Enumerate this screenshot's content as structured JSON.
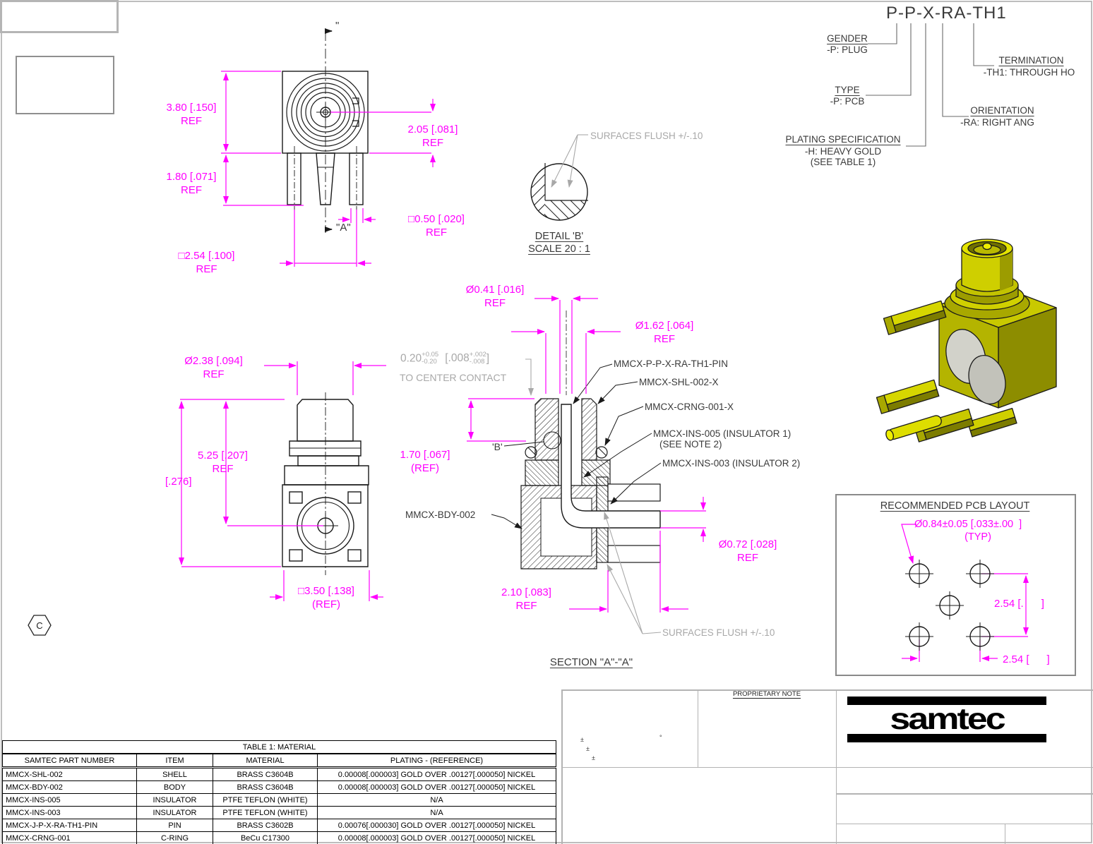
{
  "pn_diagram": {
    "title": "P-P-X-RA-TH1",
    "gender_h": "GENDER",
    "gender_v": "-P: PLUG",
    "type_h": "TYPE",
    "type_v": "-P: PCB",
    "plating_h": "PLATING SPECIFICATION",
    "plating_v": "-H: HEAVY GOLD",
    "plating_v2": "(SEE TABLE 1)",
    "orientation_h": "ORIENTATION",
    "orientation_v": "-RA: RIGHT ANG",
    "termination_h": "TERMINATION",
    "termination_v": "-TH1: THROUGH HO"
  },
  "front_view": {
    "dim_height": "3.80 [.150]",
    "dim_height_ref": "REF",
    "dim_pins": "1.80 [.071]",
    "dim_pins_ref": "REF",
    "dim_pitch": "□2.54 [.100]",
    "dim_pitch_ref": "REF",
    "dim_center": "2.05 [.081]",
    "dim_center_ref": "REF",
    "dim_pin_w": "□0.50 [.020]",
    "dim_pin_w_ref": "REF",
    "arrow_top": "\"",
    "arrow_bottom": "\"A\""
  },
  "side_view": {
    "dim_cap": "Ø2.38 [.094]",
    "dim_cap_ref": "REF",
    "dim_h1": "5.25 [.207]",
    "dim_h1_ref": "REF",
    "dim_h2": "[.276]",
    "dim_w": "□3.50 [.138]",
    "dim_w_ref": "(REF)"
  },
  "detail_b": {
    "title": "DETAIL 'B'",
    "scale": "SCALE 20 : 1",
    "note": "SURFACES FLUSH +/-.10"
  },
  "section": {
    "label": "SECTION \"A\"-\"A\"",
    "b_marker": "'B'",
    "dim_pin_d": "Ø0.41 [.016]",
    "dim_pin_d_ref": "REF",
    "dim_bore": "Ø1.62 [.064]",
    "dim_bore_ref": "REF",
    "dim_depth": "1.70 [.067]",
    "dim_depth_ref": "(REF)",
    "tol_mm": "0.20",
    "tol_mm_p": "+0.05",
    "tol_mm_m": "-0.20",
    "tol_in": "[.008",
    "tol_in_p": "+.002",
    "tol_in_m": "-.008",
    "tol_close": "]",
    "tol_note": "TO CENTER CONTACT",
    "dim_lead": "Ø0.72 [.028]",
    "dim_lead_ref": "REF",
    "dim_body": "2.10 [.083]",
    "dim_body_ref": "REF",
    "note_flush": "SURFACES FLUSH +/-.10",
    "callout_pin": "MMCX-P-P-X-RA-TH1-PIN",
    "callout_shell": "MMCX-SHL-002-X",
    "callout_cring": "MMCX-CRNG-001-X",
    "callout_ins1": "MMCX-INS-005 (INSULATOR 1)",
    "callout_ins1b": "(SEE NOTE 2)",
    "callout_ins2": "MMCX-INS-003 (INSULATOR 2)",
    "callout_body": "MMCX-BDY-002"
  },
  "pcb_layout": {
    "title": "RECOMMENDED PCB LAYOUT",
    "hole": "Ø0.84±0.05 [.033±.00  ]",
    "typ": "(TYP)",
    "pitch_v": "2.54 [.      ]",
    "pitch_h": "2.54 [      ]"
  },
  "material_table": {
    "title": "TABLE 1: MATERIAL",
    "columns": [
      "SAMTEC PART NUMBER",
      "ITEM",
      "MATERIAL",
      "PLATING - (REFERENCE)"
    ],
    "rows": [
      [
        "MMCX-SHL-002",
        "SHELL",
        "BRASS C3604B",
        "0.00008[.000003] GOLD OVER .00127[.000050] NICKEL"
      ],
      [
        "MMCX-BDY-002",
        "BODY",
        "BRASS C3604B",
        "0.00008[.000003] GOLD OVER .00127[.000050] NICKEL"
      ],
      [
        "MMCX-INS-005",
        "INSULATOR",
        "PTFE TEFLON (WHITE)",
        "N/A"
      ],
      [
        "MMCX-INS-003",
        "INSULATOR",
        "PTFE TEFLON (WHITE)",
        "N/A"
      ],
      [
        "MMCX-J-P-X-RA-TH1-PIN",
        "PIN",
        "BRASS C3602B",
        "0.00076[.000030] GOLD OVER .00127[.000050] NICKEL"
      ],
      [
        "MMCX-CRNG-001",
        "C-RING",
        "BeCu C17300",
        "0.00008[.000003] GOLD OVER .00127[.000050] NICKEL"
      ]
    ]
  },
  "title_block": {
    "proprietary": "PROPRIETARY NOTE",
    "logo": "samtec",
    "tol1": "±",
    "tol2": "±",
    "tol3": "±",
    "deg": "°",
    "copyright": "C"
  }
}
